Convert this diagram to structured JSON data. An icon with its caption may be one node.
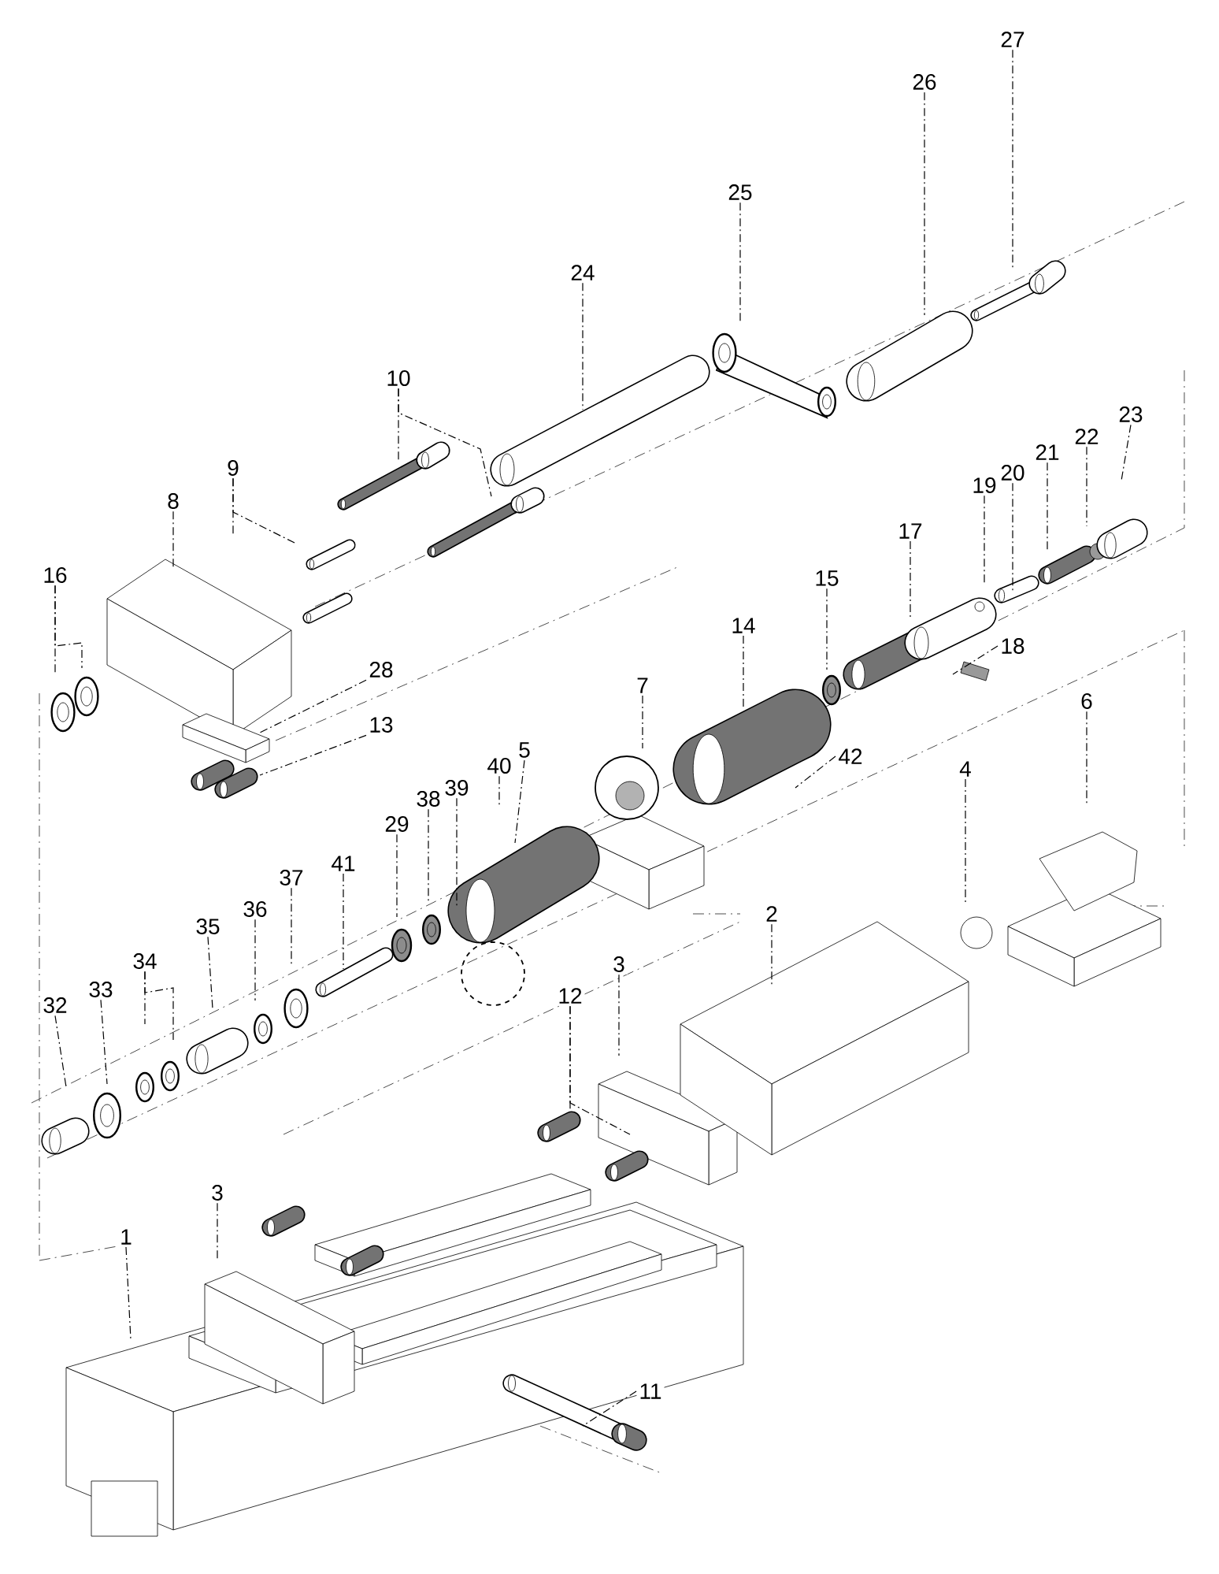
{
  "diagram": {
    "nodes": [
      {
        "text": [
          "27"
        ]
      },
      {
        "text": [
          "26"
        ]
      },
      {
        "text": [
          "25"
        ]
      },
      {
        "text": [
          "24"
        ]
      },
      {
        "text": [
          "10"
        ]
      },
      {
        "text": [
          "23"
        ]
      },
      {
        "text": [
          "22"
        ]
      },
      {
        "text": [
          "21"
        ]
      },
      {
        "text": [
          "9"
        ]
      },
      {
        "text": [
          "20"
        ]
      },
      {
        "text": [
          "19"
        ]
      },
      {
        "text": [
          "8"
        ]
      },
      {
        "text": [
          "17"
        ]
      },
      {
        "text": [
          "16"
        ]
      },
      {
        "text": [
          "15"
        ]
      },
      {
        "text": [
          "14"
        ]
      },
      {
        "text": [
          "18"
        ]
      },
      {
        "text": [
          "28"
        ]
      },
      {
        "text": [
          "7"
        ]
      },
      {
        "text": [
          "6"
        ]
      },
      {
        "text": [
          "13"
        ]
      },
      {
        "text": [
          "5"
        ]
      },
      {
        "text": [
          "42"
        ]
      },
      {
        "text": [
          "40"
        ]
      },
      {
        "text": [
          "4"
        ]
      },
      {
        "text": [
          "39"
        ]
      },
      {
        "text": [
          "38"
        ]
      },
      {
        "text": [
          "29"
        ]
      },
      {
        "text": [
          "41"
        ]
      },
      {
        "text": [
          "37"
        ]
      },
      {
        "text": [
          "36"
        ]
      },
      {
        "text": [
          "2"
        ]
      },
      {
        "text": [
          "35"
        ]
      },
      {
        "text": [
          "34"
        ]
      },
      {
        "text": [
          "3"
        ]
      },
      {
        "text": [
          "33"
        ]
      },
      {
        "text": [
          "12"
        ]
      },
      {
        "text": [
          "32"
        ]
      },
      {
        "text": [
          "3"
        ]
      },
      {
        "text": [
          "1"
        ]
      },
      {
        "text": [
          "11"
        ]
      }
    ],
    "edges": [
      {
        "from": 0,
        "to": null,
        "arrow": "none"
      },
      {
        "from": 1,
        "to": null,
        "arrow": "none"
      },
      {
        "from": 2,
        "to": null,
        "arrow": "none"
      },
      {
        "from": 3,
        "to": null,
        "arrow": "none"
      },
      {
        "from": 4,
        "to": null,
        "arrow": "none"
      },
      {
        "from": 4,
        "to": null,
        "arrow": "none"
      },
      {
        "from": 5,
        "to": null,
        "arrow": "none"
      },
      {
        "from": 6,
        "to": null,
        "arrow": "none"
      },
      {
        "from": 7,
        "to": null,
        "arrow": "none"
      },
      {
        "from": 8,
        "to": null,
        "arrow": "none"
      },
      {
        "from": 8,
        "to": null,
        "arrow": "none"
      },
      {
        "from": 9,
        "to": null,
        "arrow": "none"
      },
      {
        "from": 10,
        "to": null,
        "arrow": "none"
      },
      {
        "from": 11,
        "to": null,
        "arrow": "none"
      },
      {
        "from": 12,
        "to": null,
        "arrow": "none"
      },
      {
        "from": 13,
        "to": null,
        "arrow": "none"
      },
      {
        "from": 13,
        "to": null,
        "arrow": "none"
      },
      {
        "from": 14,
        "to": null,
        "arrow": "none"
      },
      {
        "from": 15,
        "to": null,
        "arrow": "none"
      },
      {
        "from": 16,
        "to": null,
        "arrow": "none"
      },
      {
        "from": 17,
        "to": null,
        "arrow": "none"
      },
      {
        "from": 18,
        "to": null,
        "arrow": "none"
      },
      {
        "from": 19,
        "to": null,
        "arrow": "none"
      },
      {
        "from": 20,
        "to": null,
        "arrow": "none"
      },
      {
        "from": 21,
        "to": null,
        "arrow": "none"
      },
      {
        "from": 22,
        "to": null,
        "arrow": "none"
      },
      {
        "from": 23,
        "to": null,
        "arrow": "none"
      },
      {
        "from": 24,
        "to": null,
        "arrow": "none"
      },
      {
        "from": 25,
        "to": null,
        "arrow": "none"
      },
      {
        "from": 26,
        "to": null,
        "arrow": "none"
      },
      {
        "from": 27,
        "to": null,
        "arrow": "none"
      },
      {
        "from": 28,
        "to": null,
        "arrow": "none"
      },
      {
        "from": 29,
        "to": null,
        "arrow": "none"
      },
      {
        "from": 30,
        "to": null,
        "arrow": "none"
      },
      {
        "from": 31,
        "to": null,
        "arrow": "none"
      },
      {
        "from": 32,
        "to": null,
        "arrow": "none"
      },
      {
        "from": 33,
        "to": null,
        "arrow": "none"
      },
      {
        "from": 33,
        "to": null,
        "arrow": "none"
      },
      {
        "from": 34,
        "to": null,
        "arrow": "none"
      },
      {
        "from": 35,
        "to": null,
        "arrow": "none"
      },
      {
        "from": 36,
        "to": null,
        "arrow": "none"
      },
      {
        "from": 36,
        "to": null,
        "arrow": "none"
      },
      {
        "from": 37,
        "to": null,
        "arrow": "none"
      },
      {
        "from": 38,
        "to": null,
        "arrow": "none"
      },
      {
        "from": 39,
        "to": null,
        "arrow": "none"
      },
      {
        "from": 40,
        "to": null,
        "arrow": "none"
      }
    ]
  }
}
